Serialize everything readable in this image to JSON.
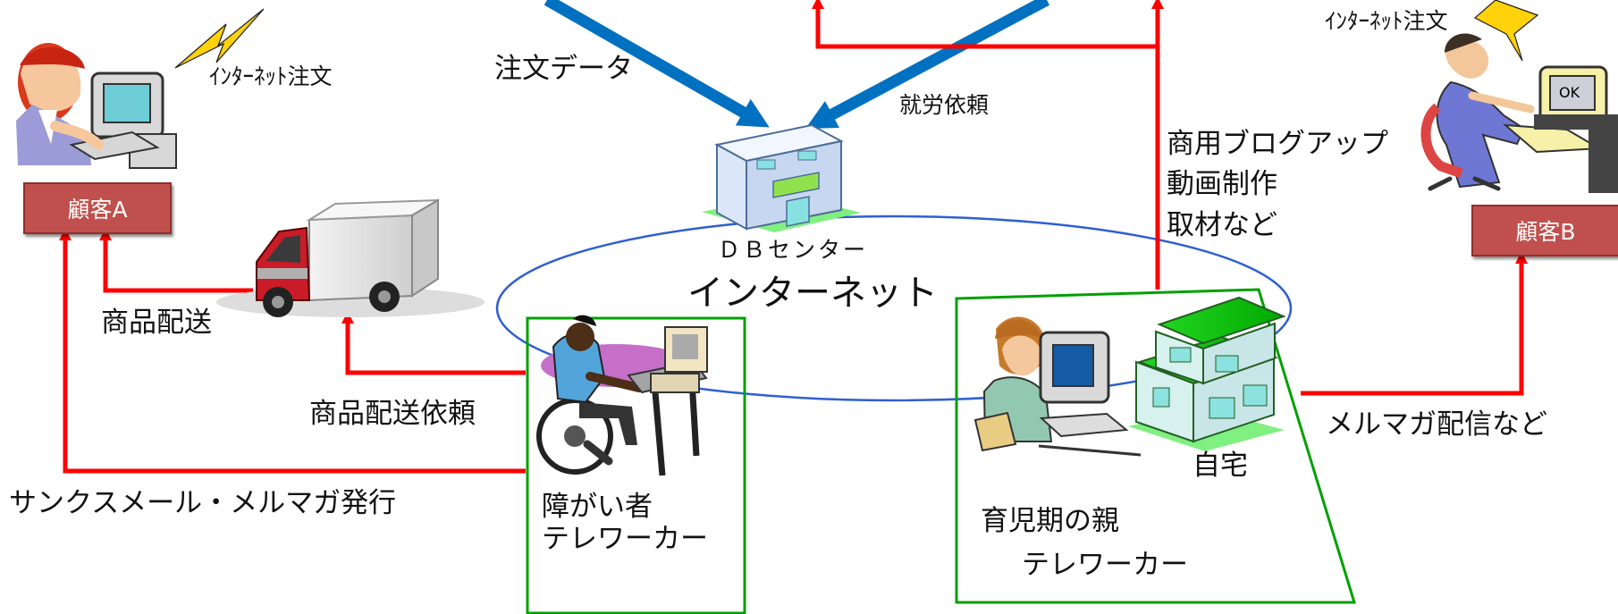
{
  "customer_a": {
    "label": "顧客A",
    "internet_order": "ｲﾝﾀｰﾈｯﾄ注文"
  },
  "customer_b": {
    "label": "顧客B",
    "internet_order": "ｲﾝﾀｰﾈｯﾄ注文"
  },
  "center": {
    "db_center": "ＤＢセンター",
    "internet": "インターネット"
  },
  "flows": {
    "order_data": "注文データ",
    "work_request": "就労依頼",
    "product_delivery": "商品配送",
    "product_delivery_request": "商品配送依頼",
    "thanks_mail": "サンクスメール・メルマガ発行",
    "commercial_services": [
      "商用ブログアップ",
      "動画制作",
      "取材など"
    ],
    "newsletter_delivery": "メルマガ配信など"
  },
  "disabled_teleworker": {
    "label": "障がい者\nテレワーカー"
  },
  "parent_teleworker": {
    "home": "自宅",
    "line1": "育児期の親",
    "line2": "テレワーカー"
  },
  "colors": {
    "red_arrow": "#ff0000",
    "blue_arrow": "#0070c0",
    "green_frame": "#00a000",
    "ellipse": "#2f5fd0",
    "label_box": "#c0504d"
  },
  "icons": {
    "customer_a": "woman-computer-icon",
    "customer_b": "man-computer-icon",
    "truck": "delivery-truck-icon",
    "building": "db-building-icon",
    "wheelchair_worker": "wheelchair-worker-icon",
    "home_worker": "home-worker-icon",
    "house": "house-icon",
    "lightning": "lightning-icon"
  }
}
